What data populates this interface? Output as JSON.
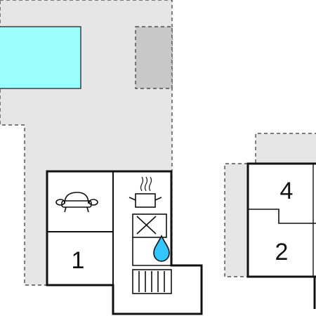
{
  "floor_plan": {
    "colors": {
      "outdoor_area": "#e6e6e6",
      "pool": "#99ffff",
      "structure": "#c8c8c8",
      "walls": "#111111",
      "water": "#33c6ff",
      "background": "#ffffff"
    },
    "icons": [
      "sofa-icon",
      "cooking-pot-icon",
      "hob-icon",
      "water-drop-icon",
      "radiator-icon"
    ],
    "rooms": [
      {
        "id": "room-1",
        "label": "1"
      },
      {
        "id": "room-2",
        "label": "2"
      },
      {
        "id": "room-4",
        "label": "4"
      }
    ]
  }
}
